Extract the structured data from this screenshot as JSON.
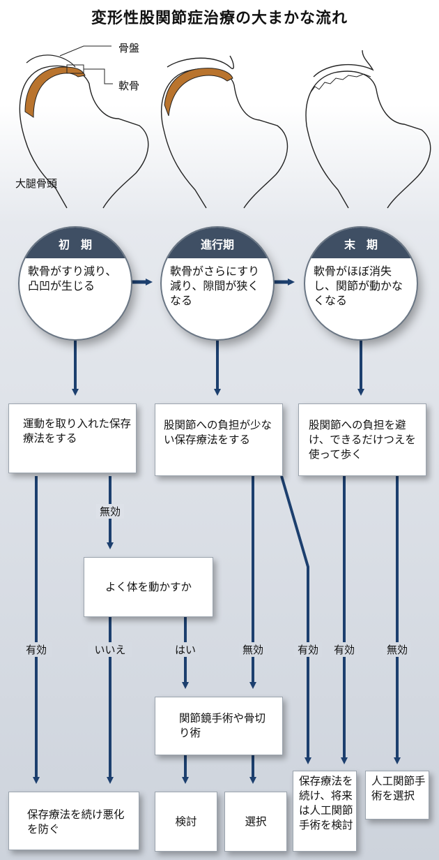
{
  "title": "変形性股関節症治療の大まかな流れ",
  "anatomy": {
    "pelvis": "骨盤",
    "cartilage": "軟骨",
    "femoral_head": "大腿骨頭"
  },
  "stages": [
    {
      "name": "初　期",
      "desc": "軟骨がすり減り、凸凹が生じる"
    },
    {
      "name": "進行期",
      "desc": "軟骨がさらにすり減り、隙間が狭くなる"
    },
    {
      "name": "末　期",
      "desc": "軟骨がほぼ消失し、関節が動かなくなる"
    }
  ],
  "boxes": {
    "b1": "運動を取り入れた保存療法をする",
    "b2": "股関節への負担が少ない保存療法をする",
    "b3": "股関節への負担を避け、できるだけつえを使って歩く",
    "q": "よく体を動かすか",
    "surgery": "関節鏡手術や骨切り術",
    "r1": "保存療法を続け悪化を防ぐ",
    "r2": "検討",
    "r3": "選択",
    "r4": "保存療法を続け、将来は人工関節手術を検討",
    "r5": "人工関節手術を選択"
  },
  "edges": {
    "ineffective": "無効",
    "effective": "有効",
    "no": "いいえ",
    "yes": "はい"
  },
  "colors": {
    "arrow": "#1c3f6e",
    "header": "#3f4f64",
    "cartilage": "#b9742e"
  }
}
